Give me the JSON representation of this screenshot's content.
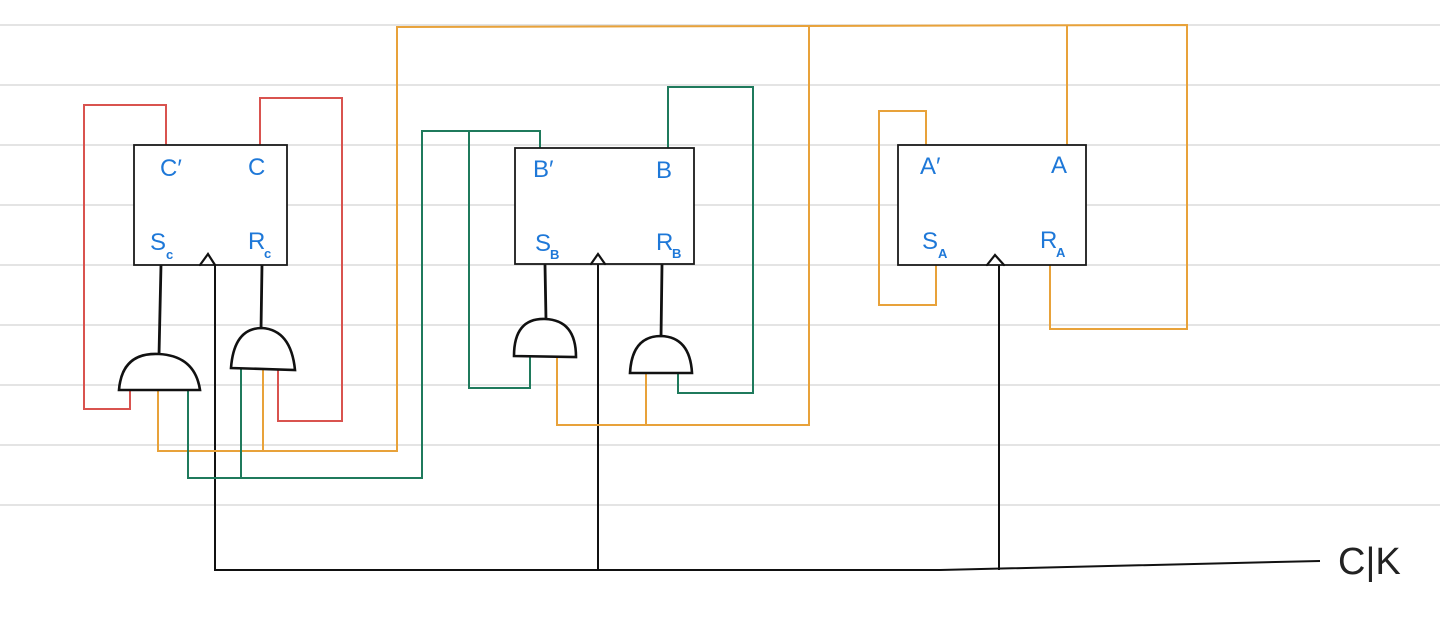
{
  "flipflops": {
    "c": {
      "out_comp": "C′",
      "out": "C",
      "set": "S",
      "set_sub": "c",
      "reset": "R",
      "reset_sub": "c"
    },
    "b": {
      "out_comp": "B′",
      "out": "B",
      "set": "S",
      "set_sub": "B",
      "reset": "R",
      "reset_sub": "B"
    },
    "a": {
      "out_comp": "A′",
      "out": "A",
      "set": "S",
      "set_sub": "A",
      "reset": "R",
      "reset_sub": "A"
    }
  },
  "clock": {
    "label": "C|K"
  },
  "colors": {
    "red": "#d9534f",
    "orange": "#e8a23a",
    "green": "#1f7a5c",
    "pin_text": "#1e78d8",
    "ink": "#111111"
  }
}
